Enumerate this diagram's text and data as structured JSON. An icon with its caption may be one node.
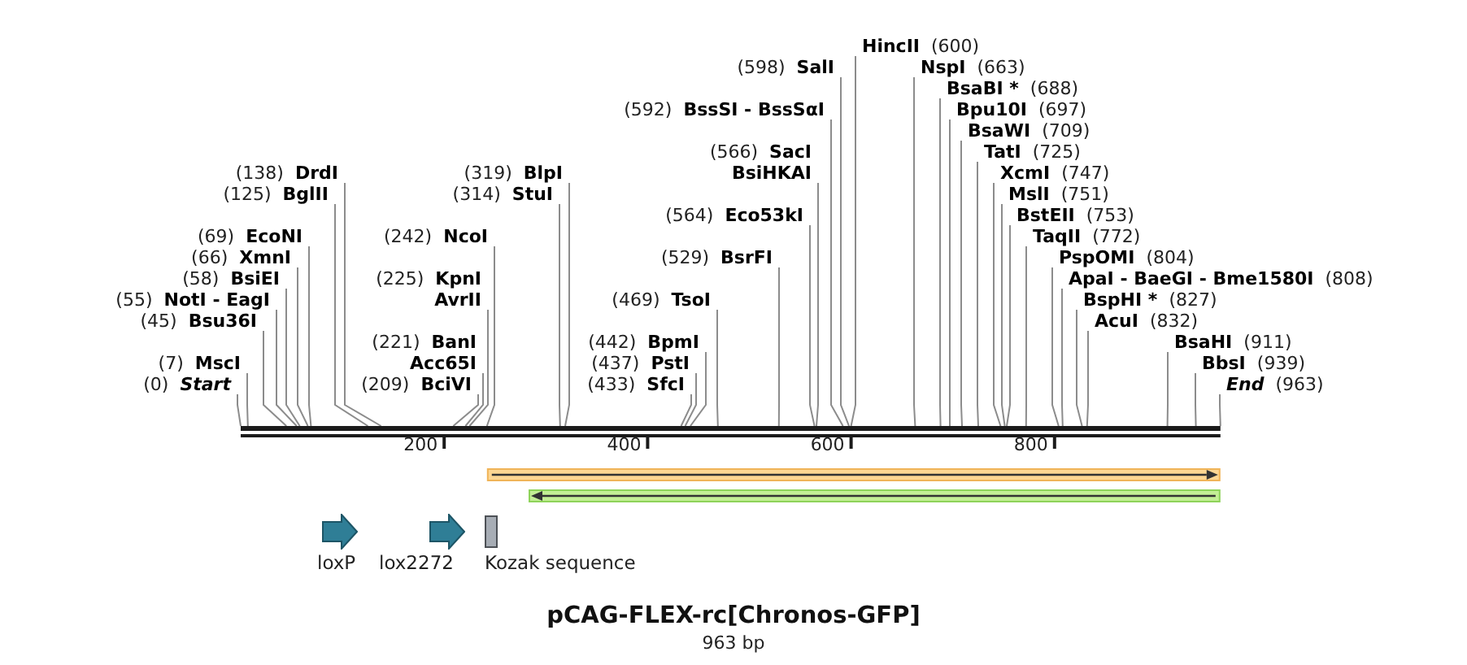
{
  "diagram": {
    "title": "pCAG-FLEX-rc[Chronos-GFP]",
    "caption": "963 bp",
    "nodes": [
      {
        "text": [
          "(0)",
          "Start"
        ]
      },
      {
        "text": [
          "(7)",
          "MscI"
        ]
      },
      {
        "text": [
          "(45)",
          "Bsu36I"
        ]
      },
      {
        "text": [
          "(55)",
          "NotI - EagI"
        ]
      },
      {
        "text": [
          "(58)",
          "BsiEI"
        ]
      },
      {
        "text": [
          "(66)",
          "XmnI"
        ]
      },
      {
        "text": [
          "(69)",
          "EcoNI"
        ]
      },
      {
        "text": [
          "(125)",
          "BglII"
        ]
      },
      {
        "text": [
          "(138)",
          "DrdI"
        ]
      },
      {
        "text": [
          "(209)",
          "BciVI"
        ]
      },
      {
        "text": [
          "(221)",
          "BanI",
          "Acc65I"
        ]
      },
      {
        "text": [
          "(225)",
          "KpnI",
          "AvrII"
        ]
      },
      {
        "text": [
          "(242)",
          "NcoI"
        ]
      },
      {
        "text": [
          "(314)",
          "StuI"
        ]
      },
      {
        "text": [
          "(319)",
          "BlpI"
        ]
      },
      {
        "text": [
          "(433)",
          "SfcI"
        ]
      },
      {
        "text": [
          "(437)",
          "PstI"
        ]
      },
      {
        "text": [
          "(442)",
          "BpmI"
        ]
      },
      {
        "text": [
          "(469)",
          "TsoI"
        ]
      },
      {
        "text": [
          "(529)",
          "BsrFI"
        ]
      },
      {
        "text": [
          "(564)",
          "Eco53kI"
        ]
      },
      {
        "text": [
          "(566)",
          "SacI",
          "BsiHKAI"
        ]
      },
      {
        "text": [
          "(592)",
          "BssSI - BssSαI"
        ]
      },
      {
        "text": [
          "(598)",
          "SalI"
        ]
      },
      {
        "text": [
          "HincII",
          "(600)"
        ]
      },
      {
        "text": [
          "NspI",
          "(663)"
        ]
      },
      {
        "text": [
          "BsaBI *",
          "(688)"
        ]
      },
      {
        "text": [
          "Bpu10I",
          "(697)"
        ]
      },
      {
        "text": [
          "BsaWI",
          "(709)"
        ]
      },
      {
        "text": [
          "TatI",
          "(725)"
        ]
      },
      {
        "text": [
          "XcmI",
          "(747)"
        ]
      },
      {
        "text": [
          "MslI",
          "(751)"
        ]
      },
      {
        "text": [
          "BstEII",
          "(753)"
        ]
      },
      {
        "text": [
          "TaqII",
          "(772)"
        ]
      },
      {
        "text": [
          "PspOMI",
          "(804)"
        ]
      },
      {
        "text": [
          "ApaI - BaeGI - Bme1580I",
          "(808)"
        ]
      },
      {
        "text": [
          "BspHI *",
          "(827)"
        ]
      },
      {
        "text": [
          "AcuI",
          "(832)"
        ]
      },
      {
        "text": [
          "BsaHI",
          "(911)"
        ]
      },
      {
        "text": [
          "BbsI",
          "(939)"
        ]
      },
      {
        "text": [
          "End",
          "(963)"
        ]
      },
      {
        "text": [],
        "shape": "bar"
      },
      {
        "text": [],
        "shape": "arrow"
      },
      {
        "text": [],
        "shape": "arrow"
      },
      {
        "text": [
          "loxP"
        ]
      },
      {
        "text": [
          "lox2272"
        ]
      },
      {
        "text": [
          "Kozak sequence"
        ]
      }
    ],
    "edges": [
      {
        "from": 0,
        "to": 41,
        "arrow": "none"
      },
      {
        "from": 1,
        "to": 41,
        "arrow": "none"
      },
      {
        "from": 2,
        "to": 41,
        "arrow": "none"
      },
      {
        "from": 3,
        "to": 41,
        "arrow": "none"
      },
      {
        "from": 4,
        "to": 41,
        "arrow": "none"
      },
      {
        "from": 5,
        "to": 41,
        "arrow": "none"
      },
      {
        "from": 6,
        "to": 41,
        "arrow": "none"
      },
      {
        "from": 7,
        "to": 41,
        "arrow": "none"
      },
      {
        "from": 8,
        "to": 41,
        "arrow": "none"
      },
      {
        "from": 9,
        "to": 41,
        "arrow": "none"
      },
      {
        "from": 10,
        "to": 41,
        "arrow": "none"
      },
      {
        "from": 11,
        "to": 41,
        "arrow": "none"
      },
      {
        "from": 12,
        "to": 41,
        "arrow": "none"
      },
      {
        "from": 13,
        "to": 41,
        "arrow": "none"
      },
      {
        "from": 14,
        "to": 41,
        "arrow": "none"
      },
      {
        "from": 15,
        "to": 41,
        "arrow": "none"
      },
      {
        "from": 16,
        "to": 41,
        "arrow": "none"
      },
      {
        "from": 17,
        "to": 41,
        "arrow": "none"
      },
      {
        "from": 18,
        "to": 41,
        "arrow": "none"
      },
      {
        "from": 19,
        "to": 41,
        "arrow": "none"
      },
      {
        "from": 20,
        "to": 41,
        "arrow": "none"
      },
      {
        "from": 21,
        "to": 41,
        "arrow": "none"
      },
      {
        "from": 22,
        "to": 41,
        "arrow": "none"
      },
      {
        "from": 23,
        "to": 41,
        "arrow": "none"
      },
      {
        "from": 24,
        "to": 41,
        "arrow": "none"
      },
      {
        "from": 25,
        "to": 41,
        "arrow": "none"
      },
      {
        "from": 26,
        "to": 41,
        "arrow": "none"
      },
      {
        "from": 27,
        "to": 41,
        "arrow": "none"
      },
      {
        "from": 28,
        "to": 41,
        "arrow": "none"
      },
      {
        "from": 29,
        "to": 41,
        "arrow": "none"
      },
      {
        "from": 30,
        "to": 41,
        "arrow": "none"
      },
      {
        "from": 31,
        "to": 41,
        "arrow": "none"
      },
      {
        "from": 32,
        "to": 41,
        "arrow": "none"
      },
      {
        "from": 33,
        "to": 41,
        "arrow": "none"
      },
      {
        "from": 34,
        "to": 41,
        "arrow": "none"
      },
      {
        "from": 35,
        "to": 41,
        "arrow": "none"
      },
      {
        "from": 36,
        "to": 41,
        "arrow": "none"
      },
      {
        "from": 37,
        "to": 41,
        "arrow": "none"
      },
      {
        "from": 38,
        "to": 41,
        "arrow": "none"
      },
      {
        "from": 39,
        "to": 41,
        "arrow": "none"
      },
      {
        "from": 40,
        "to": 41,
        "arrow": "none"
      }
    ],
    "labels": [
      "200",
      "400",
      "600",
      "800"
    ]
  }
}
